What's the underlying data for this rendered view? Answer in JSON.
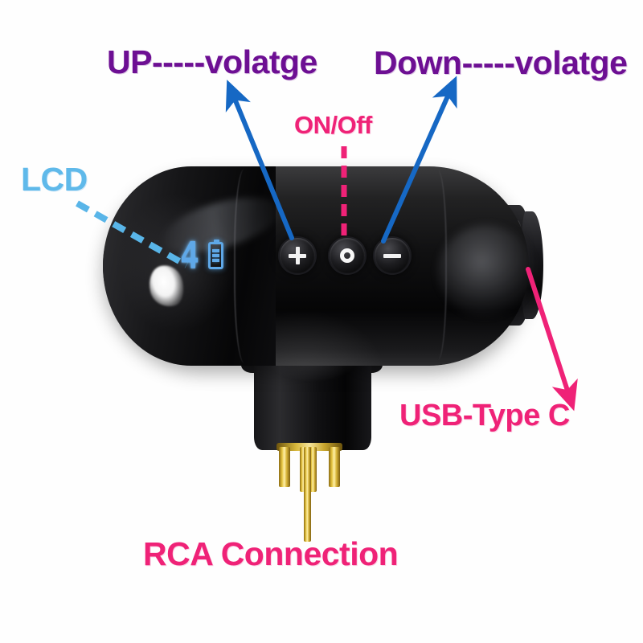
{
  "image": {
    "subject": "Black capsule-shaped rotary tattoo pen motor with LCD, control buttons, USB-Type C port and RCA connection, annotated with callout labels"
  },
  "annotations": [
    {
      "id": "up-voltage",
      "text": "UP-----volatge",
      "color": "#6d0f93",
      "pointer": "blue-arrow",
      "target": "plus-button"
    },
    {
      "id": "down-voltage",
      "text": "Down-----volatge",
      "color": "#6d0f93",
      "pointer": "blue-arrow",
      "target": "minus-button"
    },
    {
      "id": "on-off",
      "text": "ON/Off",
      "color": "#ef2277",
      "pointer": "pink-dashed-line",
      "target": "power-button"
    },
    {
      "id": "lcd",
      "text": "LCD",
      "color": "#5fb9ea",
      "pointer": "blue-dashed-line",
      "target": "lcd-display"
    },
    {
      "id": "usb-type-c",
      "text": "USB-Type C",
      "color": "#ef2277",
      "pointer": "pink-arrow",
      "target": "usb-c-port"
    },
    {
      "id": "rca-connection",
      "text": "RCA Connection",
      "color": "#ef2277",
      "pointer": "none",
      "target": "rca-connector"
    }
  ],
  "device": {
    "lcd": {
      "voltage_value": "4",
      "battery_icon": "battery-icon",
      "glow_color": "#5fa8e8"
    },
    "buttons": [
      {
        "id": "plus",
        "glyph": "+",
        "name": "plus-button",
        "function": "UP-----volatge"
      },
      {
        "id": "power",
        "glyph": "◉",
        "name": "power-button",
        "function": "ON/Off"
      },
      {
        "id": "minus",
        "glyph": "−",
        "name": "minus-button",
        "function": "Down-----volatge"
      }
    ],
    "ports": [
      {
        "id": "usb-c",
        "label": "USB-Type C",
        "position": "right-end"
      },
      {
        "id": "rca",
        "label": "RCA Connection",
        "position": "bottom"
      }
    ],
    "body_color": "#0a0a0b",
    "pin_color": "#e5c441"
  }
}
